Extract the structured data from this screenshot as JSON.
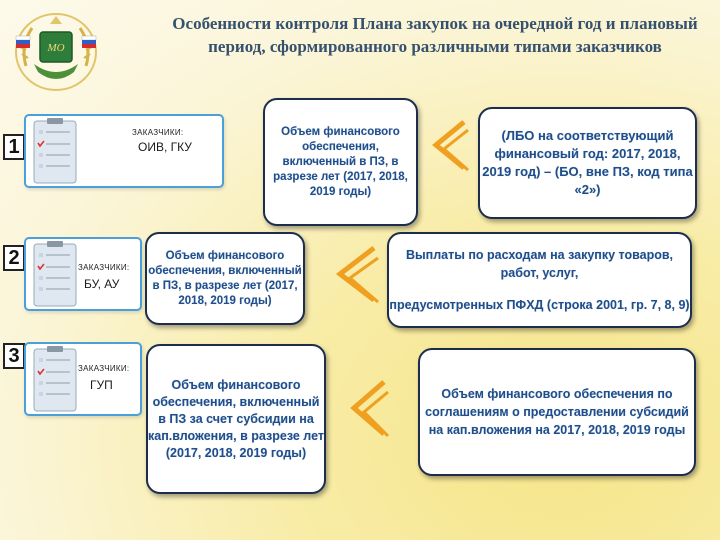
{
  "page": {
    "title": "Особенности контроля Плана закупок на очередной год и плановый период, сформированного различными типами заказчиков",
    "colors": {
      "accent_blue": "#1f4e8c",
      "chevron_orange": "#f0a020",
      "title_blue": "#35516e",
      "background": "#f8eca6"
    }
  },
  "rows": [
    {
      "number": "1",
      "customer_caption": "ЗАКАЗЧИКИ:",
      "customer_type": "ОИВ, ГКУ",
      "left_text": "Объем финансового обеспечения, включенный в ПЗ, в разрезе лет (2017, 2018, 2019 годы)",
      "comparison": "<=",
      "right_text": "(ЛБО на соответствующий финансовый год: 2017, 2018, 2019 год) – (БО, вне ПЗ, код типа «2»)"
    },
    {
      "number": "2",
      "customer_caption": "ЗАКАЗЧИКИ:",
      "customer_type": "БУ, АУ",
      "left_text": "Объем финансового обеспечения, включенный в ПЗ, в разрезе лет (2017, 2018, 2019 годы)",
      "comparison": "<=",
      "right_text_line1": "Выплаты по расходам на закупку товаров, работ, услуг,",
      "right_text_line2": "предусмотренных ПФХД (строка 2001, гр. 7, 8, 9)"
    },
    {
      "number": "3",
      "customer_caption": "ЗАКАЗЧИКИ:",
      "customer_type": "ГУП",
      "left_text": "Объем финансового обеспечения, включенный в ПЗ за счет субсидии на кап.вложения, в разрезе лет (2017, 2018, 2019 годы)",
      "comparison": "<=",
      "right_text": "Объем финансового обеспечения по соглашениям о предоставлении субсидий на кап.вложения на 2017, 2018, 2019 годы"
    }
  ],
  "icons": [
    "emblem-logo",
    "clipboard-icon",
    "less-or-equal-chevron-icon"
  ]
}
